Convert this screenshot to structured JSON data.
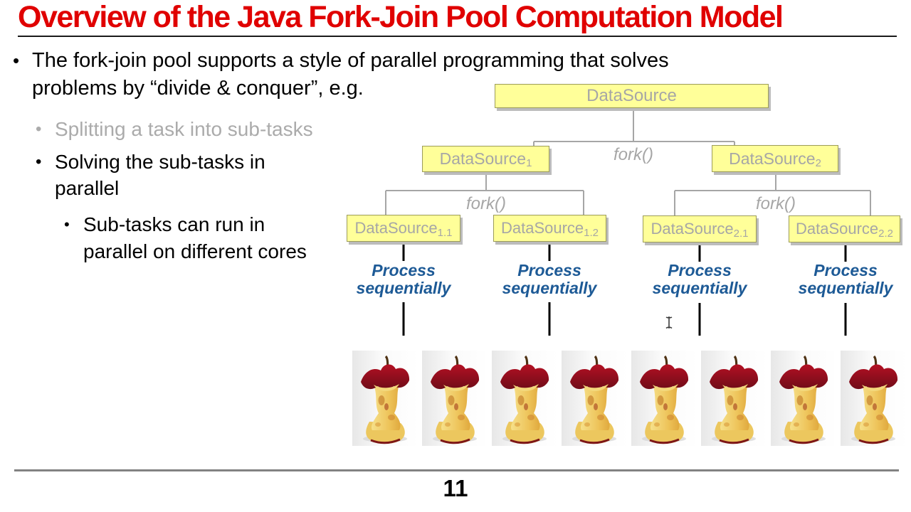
{
  "slide": {
    "title": "Overview of the Java Fork-Join Pool Computation Model",
    "page_number": "11"
  },
  "bullets": {
    "marker": "•",
    "b1_l1": "The fork-join pool supports a style of parallel programming that solves",
    "b1_l2": "problems by “divide & conquer”, e.g.",
    "b2_l1": "Splitting a task into sub-tasks",
    "b3_l1": "Solving the sub-tasks in",
    "b3_l2": "parallel",
    "b4_l1": "Sub-tasks can run in",
    "b4_l2": "parallel on different cores"
  },
  "diagram": {
    "fork_label": "fork()",
    "process_line1": "Process",
    "process_line2": "sequentially",
    "nodes": {
      "root": {
        "base": "DataSource",
        "sub": ""
      },
      "n1": {
        "base": "DataSource",
        "sub": "1"
      },
      "n2": {
        "base": "DataSource",
        "sub": "2"
      },
      "n11": {
        "base": "DataSource",
        "sub": "1.1"
      },
      "n12": {
        "base": "DataSource",
        "sub": "1.2"
      },
      "n21": {
        "base": "DataSource",
        "sub": "2.1"
      },
      "n22": {
        "base": "DataSource",
        "sub": "2.2"
      }
    },
    "apple_row": {
      "image_label": "bitten-apple-core-photo",
      "count": 8
    }
  },
  "colors": {
    "title_red": "#e00000",
    "box_fill": "#ffff99",
    "box_text_gray": "#a6a6a6",
    "connector_gray": "#a6a6a6",
    "process_blue": "#1d5a96",
    "muted_gray_text": "#ababab",
    "footer_line_gray": "#828282"
  }
}
